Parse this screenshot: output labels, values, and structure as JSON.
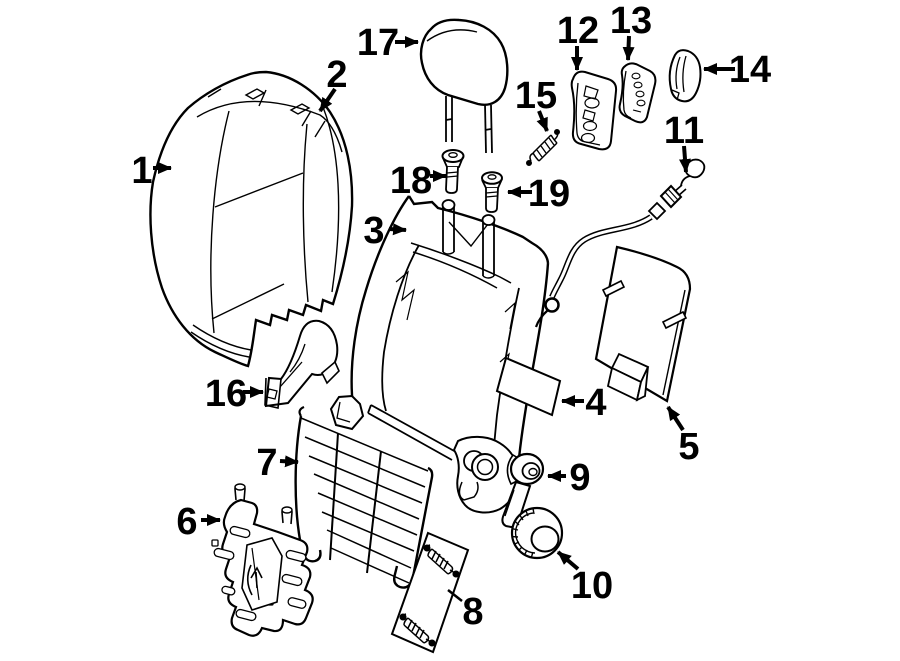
{
  "figure": {
    "type": "exploded-parts-diagram",
    "background_color": "#ffffff",
    "line_color": "#000000",
    "arrow_color": "#000000"
  },
  "callouts": [
    {
      "label": "1"
    },
    {
      "label": "2"
    },
    {
      "label": "3"
    },
    {
      "label": "4"
    },
    {
      "label": "5"
    },
    {
      "label": "6"
    },
    {
      "label": "7"
    },
    {
      "label": "8"
    },
    {
      "label": "9"
    },
    {
      "label": "10"
    },
    {
      "label": "11"
    },
    {
      "label": "12"
    },
    {
      "label": "13"
    },
    {
      "label": "14"
    },
    {
      "label": "15"
    },
    {
      "label": "16"
    },
    {
      "label": "17"
    },
    {
      "label": "18"
    },
    {
      "label": "19"
    }
  ]
}
